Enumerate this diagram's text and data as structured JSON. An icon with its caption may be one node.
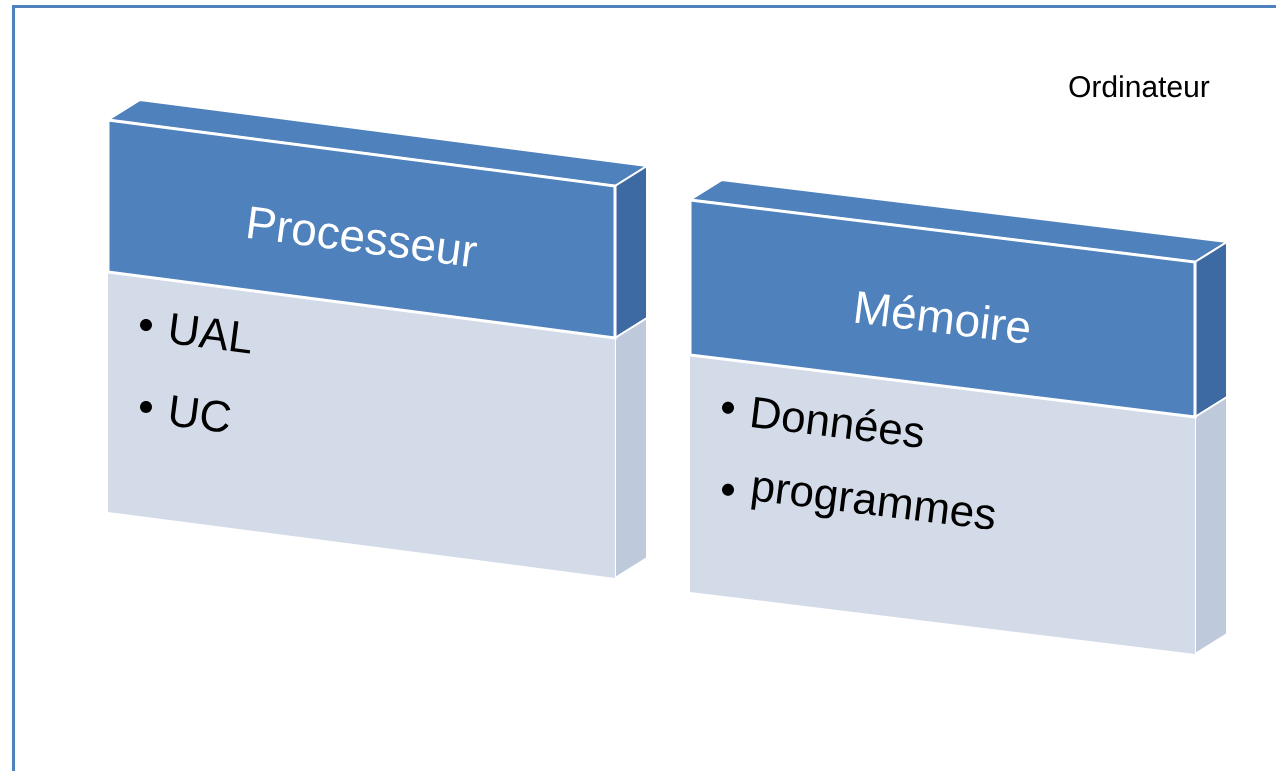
{
  "diagram": {
    "nodes": [
      {
        "text": [
          "Ordinateur"
        ]
      },
      {
        "text": [
          "Processeur",
          "UAL",
          "UC"
        ],
        "in": 0
      },
      {
        "text": [
          "Mémoire",
          "Données",
          "programmes"
        ],
        "in": 0
      }
    ]
  }
}
